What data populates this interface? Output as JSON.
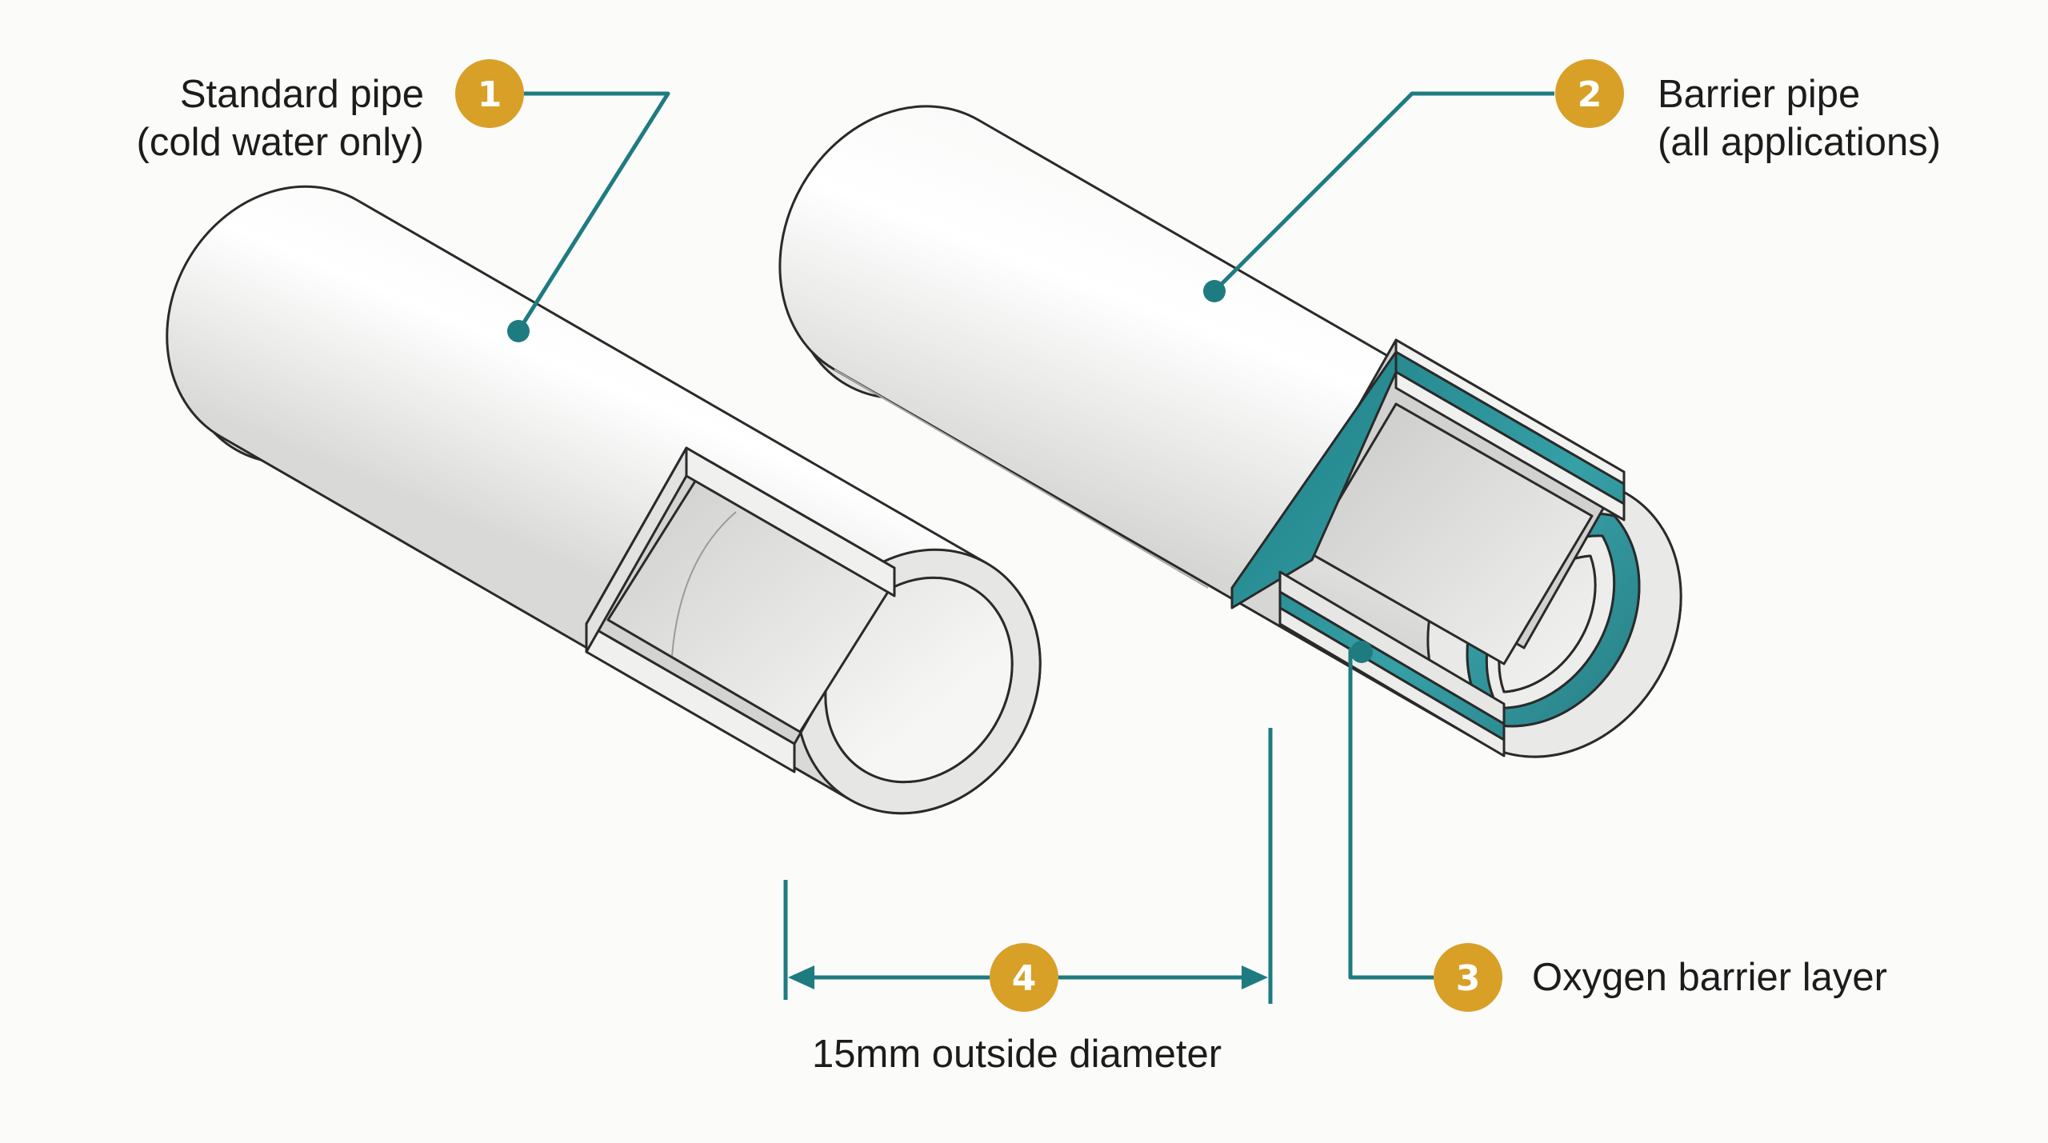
{
  "title": "",
  "colors": {
    "background": "#fbfbfa",
    "marker_fill": "#d8a027",
    "marker_text": "#ffffff",
    "leader_line": "#1e7b80",
    "barrier_layer": "#2d9097",
    "pipe_body": "#ececea",
    "pipe_outline": "#2a2a2a",
    "label_text": "#1c1c1c"
  },
  "items": [
    {
      "number": "1",
      "name": "standard-pipe",
      "line1": "Standard pipe",
      "line2": "(cold water only)"
    },
    {
      "number": "2",
      "name": "barrier-pipe",
      "line1": "Barrier pipe",
      "line2": "(all applications)"
    },
    {
      "number": "3",
      "name": "oxygen-barrier-layer",
      "line1": "Oxygen barrier layer",
      "line2": ""
    },
    {
      "number": "4",
      "name": "outside-diameter",
      "line1": "15mm outside diameter",
      "line2": ""
    }
  ]
}
